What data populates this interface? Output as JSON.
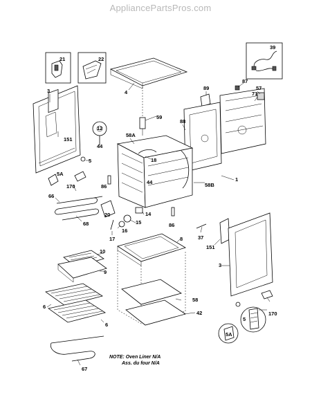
{
  "header": {
    "watermark": "AppliancePartsPros.com"
  },
  "note": {
    "line1": "NOTE: Oven Liner N/A",
    "line2": "Ass. du four N/A"
  },
  "labels": {
    "l21": "21",
    "l22": "22",
    "l39": "39",
    "l3a": "3",
    "l4": "4",
    "l89": "89",
    "l87": "87",
    "l57": "57",
    "l71": "71",
    "l59": "59",
    "l12": "12",
    "l58a": "58A",
    "l88": "88",
    "l151a": "151",
    "l44a": "44",
    "l5a": "5",
    "l5aa": "5A",
    "l18": "18",
    "l44b": "44",
    "l170a": "170",
    "l86a": "86",
    "l1": "1",
    "l58b": "58B",
    "l66": "66",
    "l20": "20",
    "l14": "14",
    "l15": "15",
    "l16": "16",
    "l17": "17",
    "l68": "68",
    "l86b": "86",
    "l37": "37",
    "l151b": "151",
    "l8": "8",
    "l3b": "3",
    "l10": "10",
    "l9": "9",
    "l6a": "6",
    "l6b": "6",
    "l58": "58",
    "l42": "42",
    "l5b": "5",
    "l5ab": "5A",
    "l170b": "170",
    "l67": "67"
  }
}
